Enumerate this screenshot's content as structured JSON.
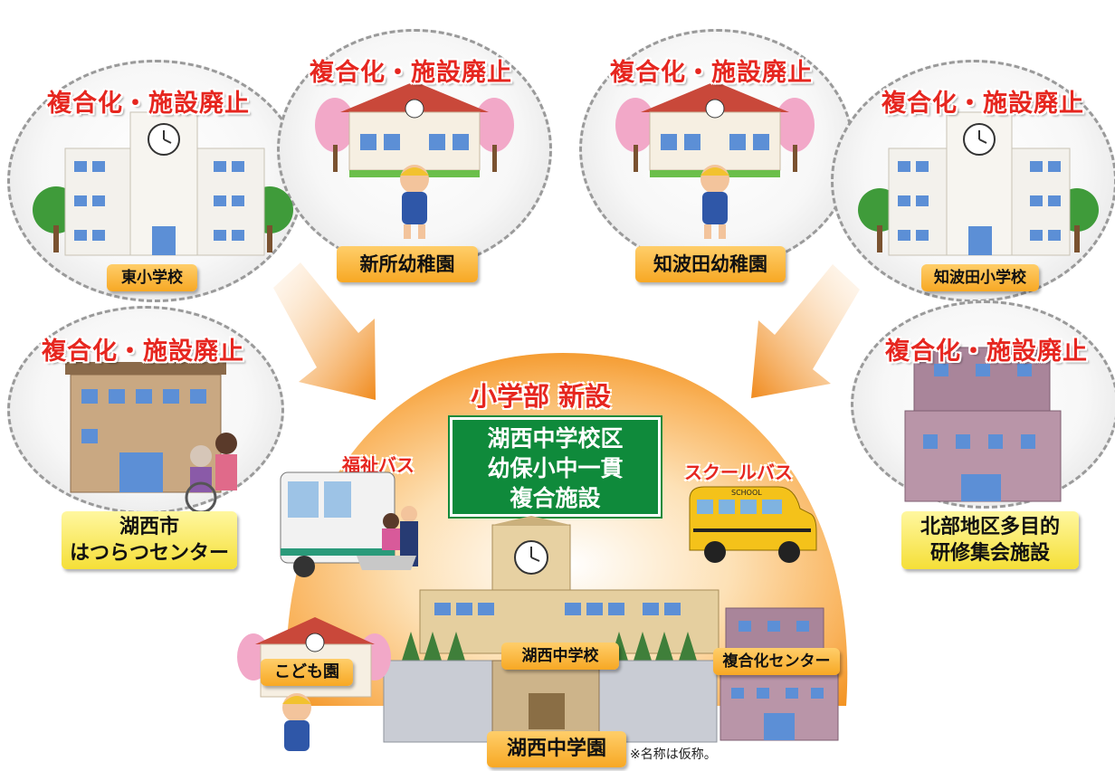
{
  "tag_text": "複合化・施設廃止",
  "facilities": {
    "higashi_elementary": "東小学校",
    "shinjo_kindergarten": "新所幼稚園",
    "chibata_kindergarten": "知波田幼稚園",
    "chibata_elementary": "知波田小学校",
    "hatsuratsu_line1": "湖西市",
    "hatsuratsu_line2": "はつらつセンター",
    "north_line1": "北部地区多目的",
    "north_line2": "研修集会施設"
  },
  "center": {
    "new_title": "小学部 新設",
    "sign_lines": [
      "湖西中学校区",
      "幼保小中一貫",
      "複合施設"
    ],
    "welfare_bus": "福祉バス",
    "school_bus": "スクールバス",
    "bus_sign": "SCHOOL",
    "kodomoen": "こども園",
    "junior_high": "湖西中学校",
    "complex_center": "複合化センター",
    "gakuen": "湖西中学園"
  },
  "note": "※名称は仮称。",
  "colors": {
    "tag_red": "#e6261f",
    "arrow_orange": "#f08a1c",
    "label_orange": "#f7a824",
    "label_yellow": "#f5df37",
    "sign_green": "#0f8a3b"
  }
}
